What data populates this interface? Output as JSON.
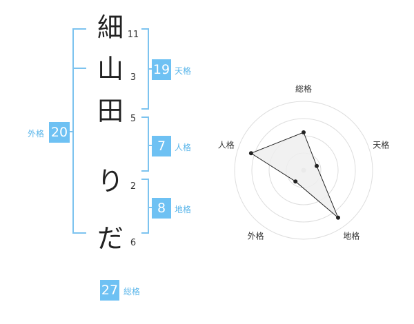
{
  "name_chars": [
    {
      "char": "細",
      "strokes": "11"
    },
    {
      "char": "山",
      "strokes": "3"
    },
    {
      "char": "田",
      "strokes": "5"
    },
    {
      "char": "り",
      "strokes": "2"
    },
    {
      "char": "だ",
      "strokes": "6"
    }
  ],
  "fortunes": {
    "tenkaku": {
      "label": "天格",
      "value": "19"
    },
    "jinkaku": {
      "label": "人格",
      "value": "7"
    },
    "chikaku": {
      "label": "地格",
      "value": "8"
    },
    "gaikaku": {
      "label": "外格",
      "value": "20"
    },
    "soukaku": {
      "label": "総格",
      "value": "27"
    }
  },
  "chart_data": {
    "type": "radar",
    "axes": [
      "総格",
      "天格",
      "地格",
      "外格",
      "人格"
    ],
    "values": [
      0.55,
      0.2,
      0.85,
      0.2,
      0.8
    ],
    "rings": 4,
    "grid": true,
    "colors": {
      "fill": "#eeeeee",
      "line": "#222222",
      "grid": "#dddddd",
      "center": "#cccccc"
    }
  }
}
